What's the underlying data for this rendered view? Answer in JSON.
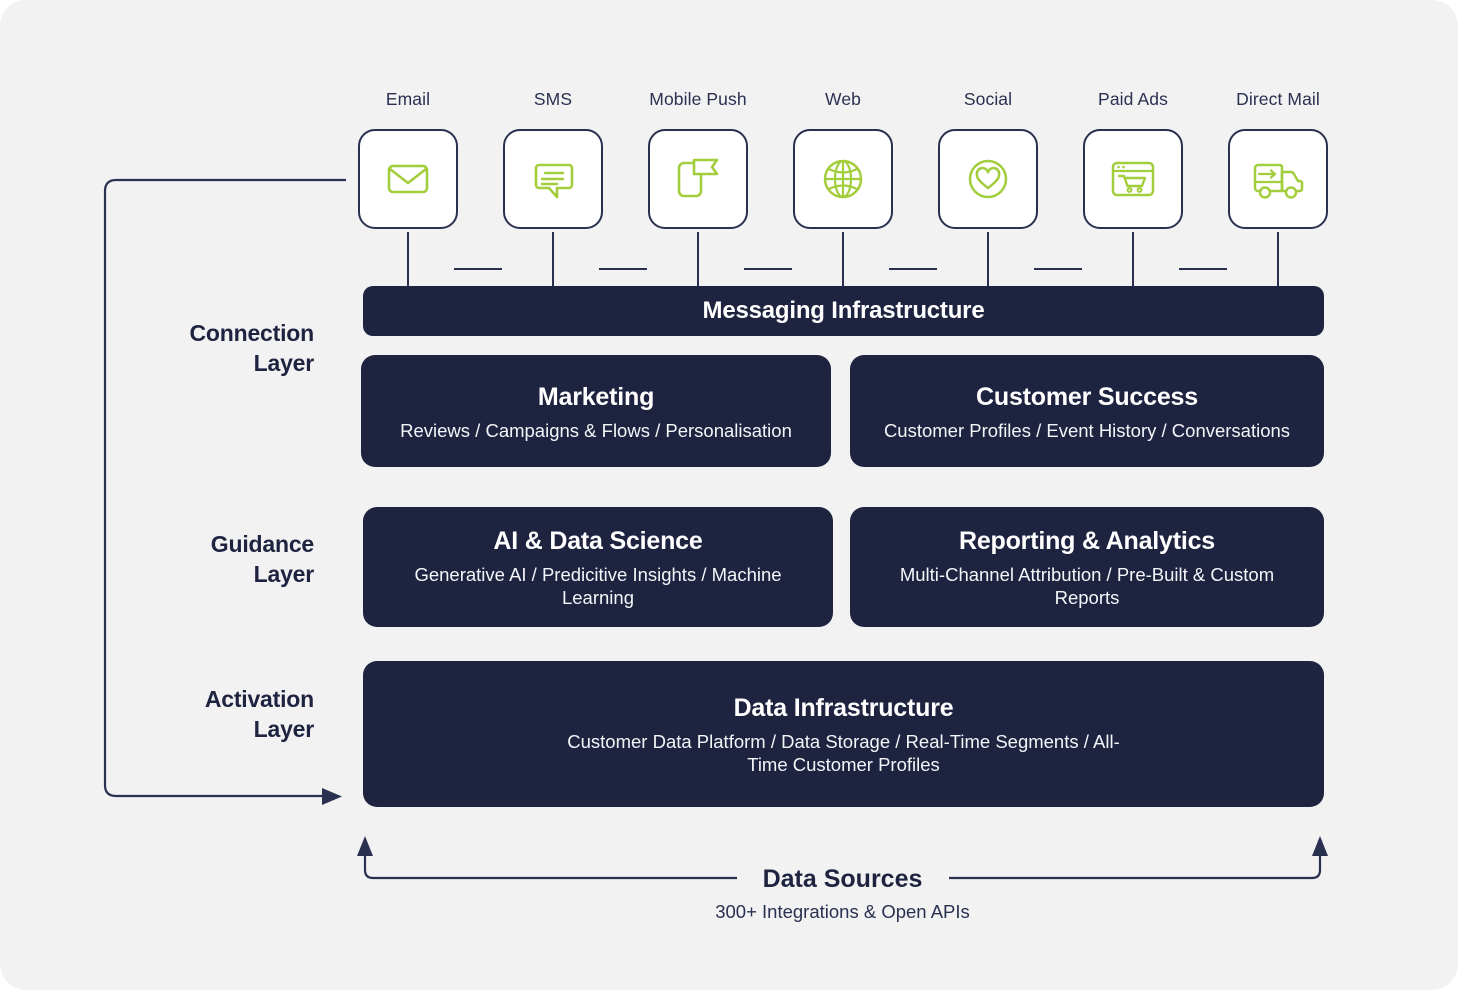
{
  "theme": {
    "background": "#f2f2f3",
    "navy": "#1e2440",
    "line": "#2a3150",
    "green": "#a3ce3c",
    "tile_bg": "#ffffff",
    "text_on_dark": "#ffffff"
  },
  "channels": [
    {
      "label": "Email",
      "icon": "envelope-icon"
    },
    {
      "label": "SMS",
      "icon": "chat-bubble-icon"
    },
    {
      "label": "Mobile Push",
      "icon": "push-notification-flag-icon"
    },
    {
      "label": "Web",
      "icon": "globe-icon"
    },
    {
      "label": "Social",
      "icon": "heart-circle-icon"
    },
    {
      "label": "Paid Ads",
      "icon": "browser-shopping-cart-icon"
    },
    {
      "label": "Direct Mail",
      "icon": "delivery-truck-icon"
    }
  ],
  "layers": [
    {
      "line1": "Connection",
      "line2": "Layer"
    },
    {
      "line1": "Guidance",
      "line2": "Layer"
    },
    {
      "line1": "Activation",
      "line2": "Layer"
    }
  ],
  "messaging": {
    "title": "Messaging Infrastructure"
  },
  "connection_boxes": [
    {
      "title": "Marketing",
      "subtitle": "Reviews / Campaigns & Flows / Personalisation"
    },
    {
      "title": "Customer Success",
      "subtitle": "Customer Profiles / Event History / Conversations"
    }
  ],
  "guidance_boxes": [
    {
      "title": "AI & Data Science",
      "subtitle": "Generative AI / Predicitive Insights / Machine Learning"
    },
    {
      "title": "Reporting & Analytics",
      "subtitle": "Multi-Channel Attribution / Pre-Built & Custom Reports"
    }
  ],
  "activation_box": {
    "title": "Data Infrastructure",
    "subtitle": "Customer Data Platform / Data Storage / Real-Time Segments / All-Time Customer Profiles"
  },
  "footer": {
    "title": "Data Sources",
    "subtitle": "300+ Integrations & Open APIs"
  }
}
